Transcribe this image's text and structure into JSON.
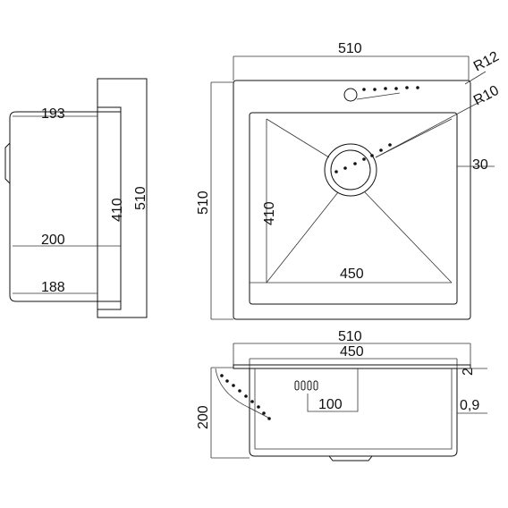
{
  "side_view": {
    "depth_label": "193",
    "height_label_inner": "410",
    "height_label_outer": "510",
    "mid_label": "200",
    "bottom_label": "188"
  },
  "top_view": {
    "width_label": "510",
    "radius_outer_label": "R12",
    "radius_inner_label": "R10",
    "height_label": "510",
    "inner_height_label": "410",
    "inner_width_label": "450",
    "flange_label": "30"
  },
  "front_view": {
    "width_label": "510",
    "inner_width_label": "450",
    "thickness_label": "2",
    "depth_label": "200",
    "overflow_label": "100",
    "sheet_label": "0,9"
  }
}
